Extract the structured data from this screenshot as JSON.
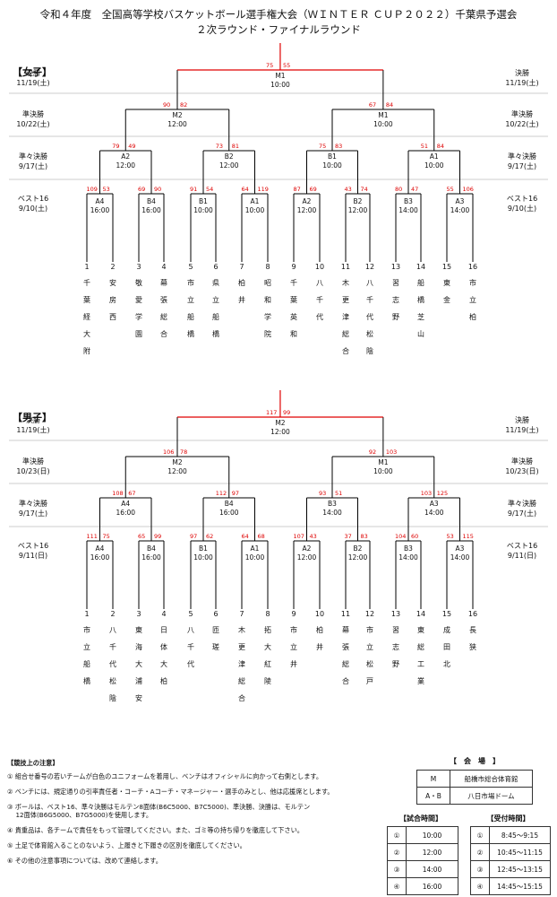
{
  "header": {
    "title": "令和４年度　全国高等学校バスケットボール選手権大会（ＷＩＮＴＥＲ ＣＵＰ２０２２）千葉県予選会",
    "subtitle": "２次ラウンド・ファイナルラウンド"
  },
  "women": {
    "label": "【女子】",
    "rounds": {
      "final": {
        "name": "決勝",
        "date": "11/19(土)"
      },
      "semi": {
        "name": "準決勝",
        "date": "10/22(土)"
      },
      "quarter": {
        "name": "準々決勝",
        "date": "9/17(土)"
      },
      "r16": {
        "name": "ベスト16",
        "date": "9/10(土)"
      }
    },
    "final_match": {
      "code": "M1",
      "time": "10:00",
      "s1": "75",
      "s2": "55"
    },
    "semis": [
      {
        "code": "M2",
        "time": "12:00",
        "s1": "90",
        "s2": "82"
      },
      {
        "code": "M1",
        "time": "10:00",
        "s1": "67",
        "s2": "84"
      }
    ],
    "quarters": [
      {
        "code": "A2",
        "time": "12:00",
        "s1": "79",
        "s2": "49"
      },
      {
        "code": "B2",
        "time": "12:00",
        "s1": "73",
        "s2": "81"
      },
      {
        "code": "B1",
        "time": "10:00",
        "s1": "75",
        "s2": "83"
      },
      {
        "code": "A1",
        "time": "10:00",
        "s1": "51",
        "s2": "84"
      }
    ],
    "r16": [
      {
        "code": "A4",
        "time": "16:00",
        "s1": "109",
        "s2": "53"
      },
      {
        "code": "B4",
        "time": "16:00",
        "s1": "69",
        "s2": "90"
      },
      {
        "code": "B1",
        "time": "10:00",
        "s1": "91",
        "s2": "54"
      },
      {
        "code": "A1",
        "time": "10:00",
        "s1": "64",
        "s2": "119"
      },
      {
        "code": "A2",
        "time": "12:00",
        "s1": "87",
        "s2": "69"
      },
      {
        "code": "B2",
        "time": "12:00",
        "s1": "43",
        "s2": "74"
      },
      {
        "code": "B3",
        "time": "14:00",
        "s1": "80",
        "s2": "47"
      },
      {
        "code": "A3",
        "time": "14:00",
        "s1": "55",
        "s2": "106"
      }
    ],
    "teams": [
      {
        "n": "1",
        "name": "千葉経大附"
      },
      {
        "n": "2",
        "name": "安房西"
      },
      {
        "n": "3",
        "name": "敬愛学園"
      },
      {
        "n": "4",
        "name": "幕張総合"
      },
      {
        "n": "5",
        "name": "市立船橋"
      },
      {
        "n": "6",
        "name": "県立船橋"
      },
      {
        "n": "7",
        "name": "柏井"
      },
      {
        "n": "8",
        "name": "昭和学院"
      },
      {
        "n": "9",
        "name": "千葉英和"
      },
      {
        "n": "10",
        "name": "八千代"
      },
      {
        "n": "11",
        "name": "木更津総合"
      },
      {
        "n": "12",
        "name": "八千代松陰"
      },
      {
        "n": "13",
        "name": "習志野"
      },
      {
        "n": "14",
        "name": "船橋芝山"
      },
      {
        "n": "15",
        "name": "東金"
      },
      {
        "n": "16",
        "name": "市立柏"
      }
    ]
  },
  "men": {
    "label": "【男子】",
    "rounds": {
      "final": {
        "name": "決勝",
        "date": "11/19(土)"
      },
      "semi": {
        "name": "準決勝",
        "date": "10/23(日)"
      },
      "quarter": {
        "name": "準々決勝",
        "date": "9/17(土)"
      },
      "r16": {
        "name": "ベスト16",
        "date": "9/11(日)"
      }
    },
    "final_match": {
      "code": "M2",
      "time": "12:00",
      "s1": "117",
      "s2": "99"
    },
    "semis": [
      {
        "code": "M2",
        "time": "12:00",
        "s1": "106",
        "s2": "78"
      },
      {
        "code": "M1",
        "time": "10:00",
        "s1": "92",
        "s2": "103"
      }
    ],
    "quarters": [
      {
        "code": "A4",
        "time": "16:00",
        "s1": "108",
        "s2": "67"
      },
      {
        "code": "B4",
        "time": "16:00",
        "s1": "112",
        "s2": "97"
      },
      {
        "code": "B3",
        "time": "14:00",
        "s1": "93",
        "s2": "51"
      },
      {
        "code": "A3",
        "time": "14:00",
        "s1": "103",
        "s2": "125"
      }
    ],
    "r16": [
      {
        "code": "A4",
        "time": "16:00",
        "s1": "111",
        "s2": "75"
      },
      {
        "code": "B4",
        "time": "16:00",
        "s1": "65",
        "s2": "99"
      },
      {
        "code": "B1",
        "time": "10:00",
        "s1": "97",
        "s2": "62"
      },
      {
        "code": "A1",
        "time": "10:00",
        "s1": "64",
        "s2": "68"
      },
      {
        "code": "A2",
        "time": "12:00",
        "s1": "107",
        "s2": "43"
      },
      {
        "code": "B2",
        "time": "12:00",
        "s1": "37",
        "s2": "83"
      },
      {
        "code": "B3",
        "time": "14:00",
        "s1": "104",
        "s2": "60"
      },
      {
        "code": "A3",
        "time": "14:00",
        "s1": "53",
        "s2": "115"
      }
    ],
    "teams": [
      {
        "n": "1",
        "name": "市立船橋"
      },
      {
        "n": "2",
        "name": "八千代松陰"
      },
      {
        "n": "3",
        "name": "東海大浦安"
      },
      {
        "n": "4",
        "name": "日体大柏"
      },
      {
        "n": "5",
        "name": "八千代"
      },
      {
        "n": "6",
        "name": "匝瑳"
      },
      {
        "n": "7",
        "name": "木更津総合"
      },
      {
        "n": "8",
        "name": "拓大紅陵"
      },
      {
        "n": "9",
        "name": "市立井"
      },
      {
        "n": "10",
        "name": "柏井"
      },
      {
        "n": "11",
        "name": "幕張総合"
      },
      {
        "n": "12",
        "name": "市立松戸"
      },
      {
        "n": "13",
        "name": "習志野"
      },
      {
        "n": "14",
        "name": "東総工業"
      },
      {
        "n": "15",
        "name": "成田北"
      },
      {
        "n": "16",
        "name": "長狭"
      }
    ]
  },
  "notes": {
    "heading": "【競技上の注意】",
    "items": [
      "① 組合せ番号の若いチームが白色のユニフォームを着用し、ベンチはオフィシャルに向かって右側とします。",
      "② ベンチには、規定通りの引率責任者・コーチ・Aコーチ・マネージャー・選手のみとし、他は応援席とします。",
      "③ ボールは、ベスト16、準々決勝はモルテン8面体(B6C5000、B7C5000)、準決勝、決勝は、モルテン",
      "　 12面体(B6G5000、B7G5000)を使用します。",
      "④ 貴重品は、各チームで責任をもって管理してください。また、ゴミ等の持ち帰りを徹底して下さい。",
      "⑤ 土足で体育館入ることのないよう、上履きと下履きの区別を徹底してください。",
      "⑥ その他の注意事項については、改めて連絡します。"
    ]
  },
  "venue": {
    "heading": "【　会　場　】",
    "rows": [
      {
        "code": "M",
        "name": "船橋市総合体育館"
      },
      {
        "code": "A・B",
        "name": "八日市場ドーム"
      }
    ]
  },
  "match_times": {
    "heading": "【試合時間】",
    "rows": [
      {
        "no": "①",
        "time": "10:00"
      },
      {
        "no": "②",
        "time": "12:00"
      },
      {
        "no": "③",
        "time": "14:00"
      },
      {
        "no": "④",
        "time": "16:00"
      }
    ]
  },
  "reception_times": {
    "heading": "【受付時間】",
    "rows": [
      {
        "no": "①",
        "time": "8:45～9:15"
      },
      {
        "no": "②",
        "time": "10:45～11:15"
      },
      {
        "no": "③",
        "time": "12:45～13:15"
      },
      {
        "no": "④",
        "time": "14:45～15:15"
      }
    ]
  }
}
